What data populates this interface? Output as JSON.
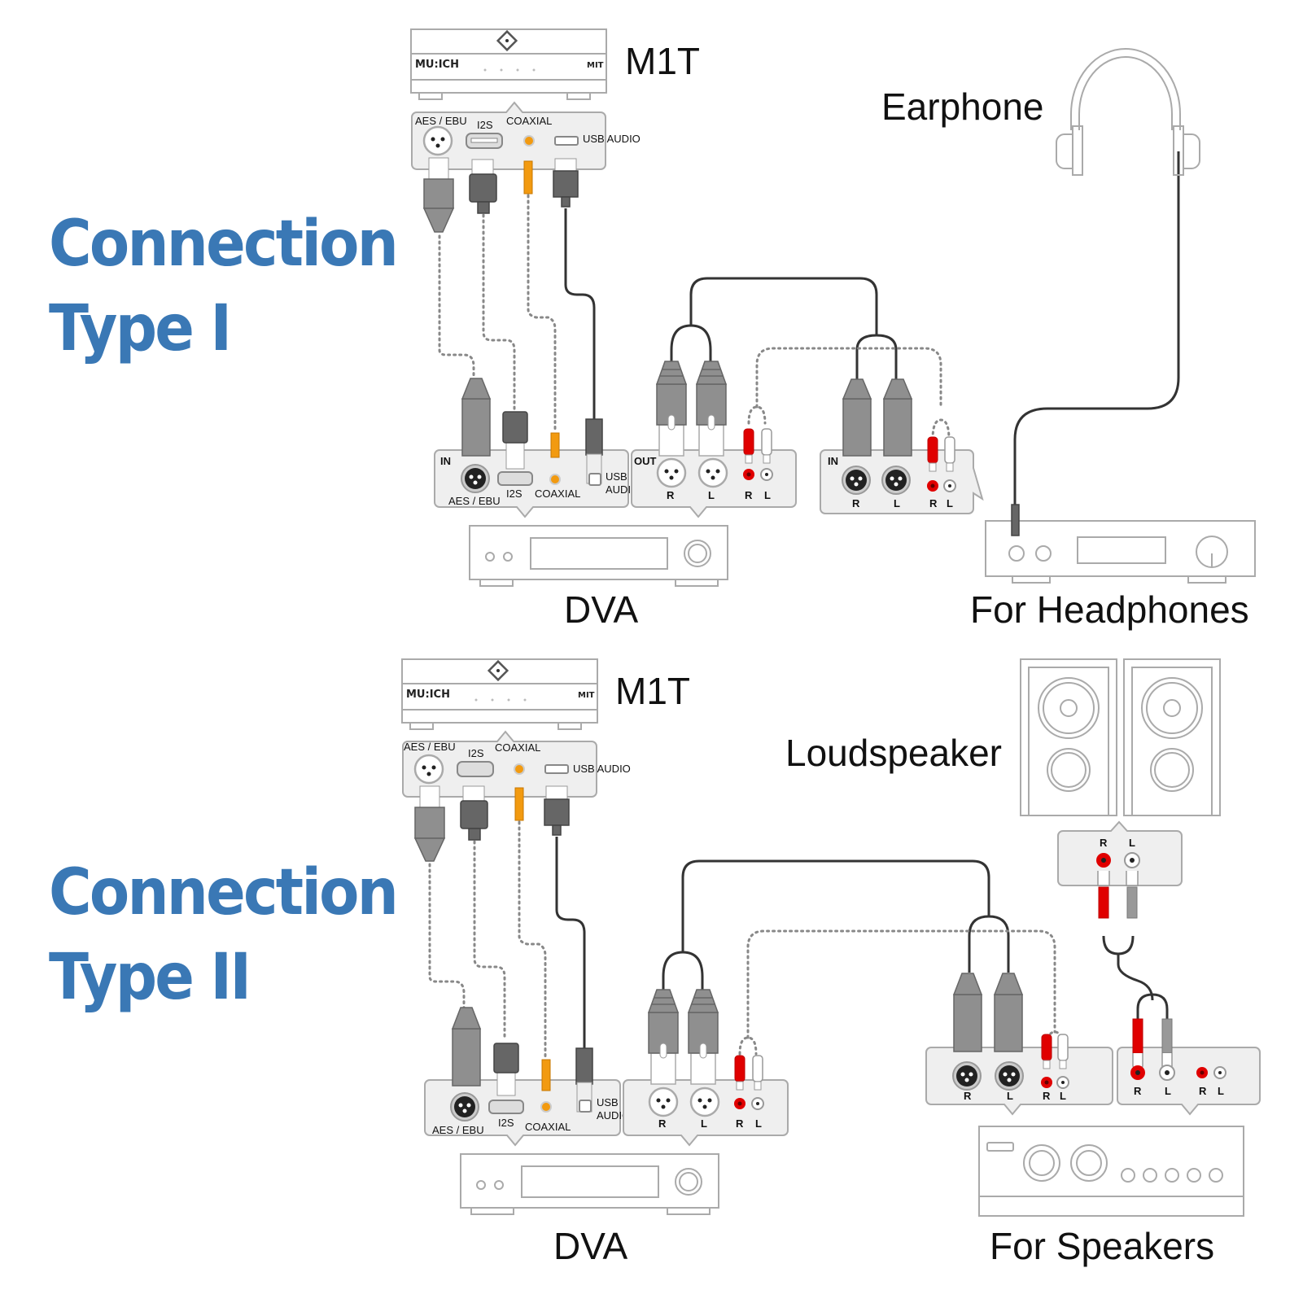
{
  "sections": [
    {
      "title_line1": "Connection",
      "title_line2": "Type I",
      "source": {
        "label": "M1T",
        "brand": "MU:ICH",
        "model": "MIT"
      },
      "source_ports": {
        "aes": "AES / EBU",
        "i2s": "I2S",
        "coax": "COAXIAL",
        "usb": "USB AUDIO"
      },
      "dva": {
        "label": "DVA",
        "in_panel": {
          "tag": "IN",
          "aes": "AES / EBU",
          "i2s": "I2S",
          "coax": "COAXIAL",
          "usb1": "USB",
          "usb2": "AUDIO"
        },
        "out_panel": {
          "tag": "OUT",
          "xlr_r": "R",
          "xlr_l": "L",
          "rca_r": "R",
          "rca_l": "L"
        }
      },
      "target": {
        "label": "For Headphones",
        "panel": {
          "tag": "IN",
          "xlr_r": "R",
          "xlr_l": "L",
          "rca_r": "R",
          "rca_l": "L"
        },
        "accessory_label": "Earphone"
      }
    },
    {
      "title_line1": "Connection",
      "title_line2": "Type II",
      "source": {
        "label": "M1T",
        "brand": "MU:ICH",
        "model": "MIT"
      },
      "source_ports": {
        "aes": "AES / EBU",
        "i2s": "I2S",
        "coax": "COAXIAL",
        "usb": "USB AUDIO"
      },
      "dva": {
        "label": "DVA",
        "in_panel": {
          "aes": "AES / EBU",
          "i2s": "I2S",
          "coax": "COAXIAL",
          "usb1": "USB",
          "usb2": "AUDIO"
        },
        "out_panel": {
          "xlr_r": "R",
          "xlr_l": "L",
          "rca_r": "R",
          "rca_l": "L"
        }
      },
      "target": {
        "label": "For Speakers",
        "panel": {
          "xlr_r": "R",
          "xlr_l": "L",
          "rca_r": "R",
          "rca_l": "L"
        },
        "out_panel": {
          "spk_r": "R",
          "spk_l": "L",
          "rca_r": "R",
          "rca_l": "L"
        },
        "accessory_label": "Loudspeaker",
        "speaker_terminals": {
          "r": "R",
          "l": "L"
        }
      }
    }
  ],
  "colors": {
    "title": "#3a78b5",
    "rca_red": "#e00000",
    "coax_orange": "#f29a10"
  }
}
